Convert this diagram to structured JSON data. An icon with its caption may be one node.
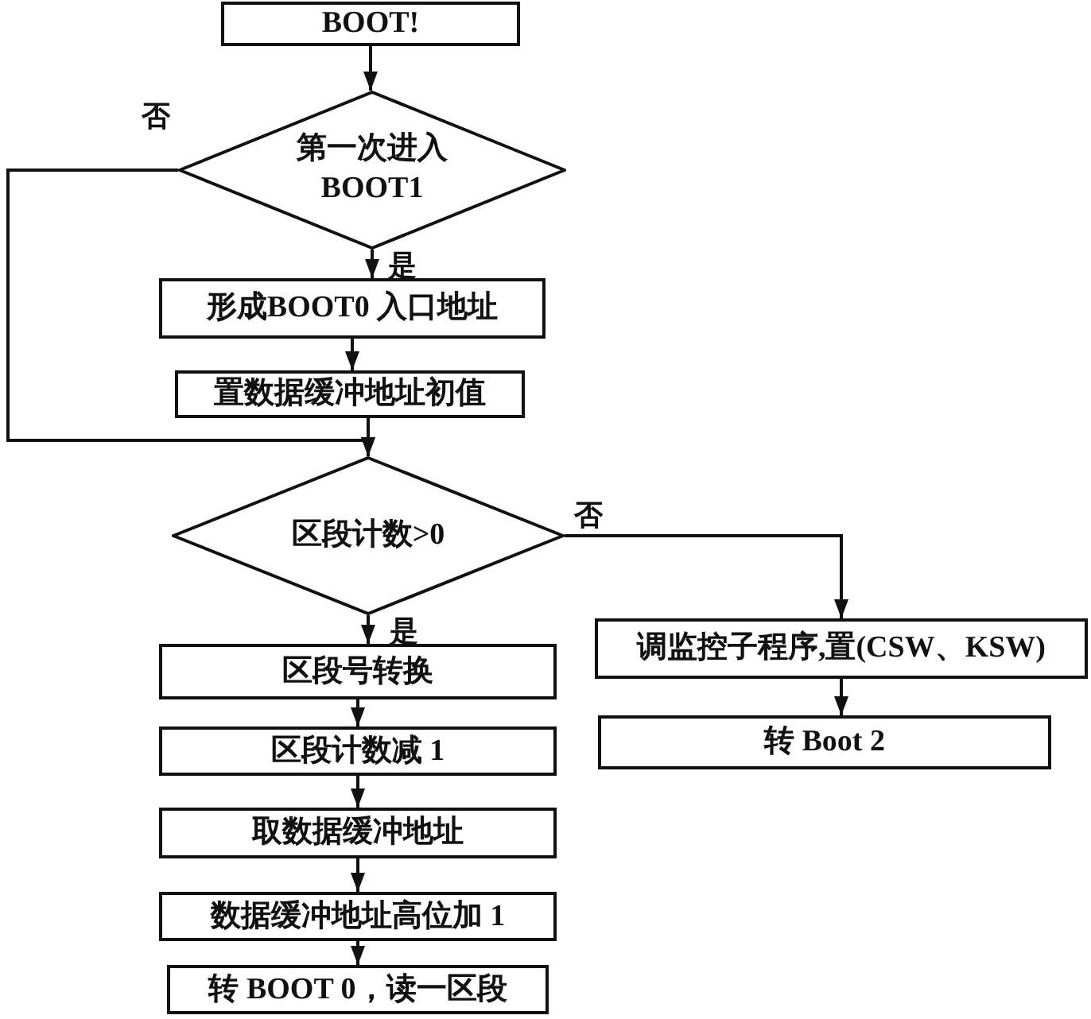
{
  "diagram": {
    "nodes": [
      {
        "text": [
          "BOOT!"
        ]
      },
      {
        "text": [
          "第一次进入 BOOT1"
        ]
      },
      {
        "text": [
          "形成BOOT0 入口地址"
        ]
      },
      {
        "text": [
          "置数据缓冲地址初值"
        ]
      },
      {
        "text": [
          "区段计数>0"
        ]
      },
      {
        "text": [
          "区段号转换"
        ]
      },
      {
        "text": [
          "调监控子程序,置(CSW、KSW)"
        ]
      },
      {
        "text": [
          "区段计数减 1"
        ]
      },
      {
        "text": [
          "转 Boot 2"
        ]
      },
      {
        "text": [
          "取数据缓冲地址"
        ]
      },
      {
        "text": [
          "数据缓冲地址高位加 1"
        ]
      },
      {
        "text": [
          "转 BOOT 0，读一区段"
        ]
      }
    ],
    "edges": [
      {
        "from": 0,
        "to": 1,
        "arrow": "to"
      },
      {
        "from": 1,
        "to": 2,
        "arrow": "to",
        "label": "是"
      },
      {
        "from": 2,
        "to": 3,
        "arrow": "to"
      },
      {
        "from": 1,
        "to": 4,
        "arrow": "to",
        "label": "否"
      },
      {
        "from": 3,
        "to": 4,
        "arrow": "to"
      },
      {
        "from": 4,
        "to": 5,
        "arrow": "to",
        "label": "是"
      },
      {
        "from": 4,
        "to": 6,
        "arrow": "to",
        "label": "否"
      },
      {
        "from": 6,
        "to": 8,
        "arrow": "to"
      },
      {
        "from": 5,
        "to": 7,
        "arrow": "to"
      },
      {
        "from": 7,
        "to": 9,
        "arrow": "to"
      },
      {
        "from": 9,
        "to": 10,
        "arrow": "to"
      },
      {
        "from": 10,
        "to": 11,
        "arrow": "to"
      }
    ]
  }
}
